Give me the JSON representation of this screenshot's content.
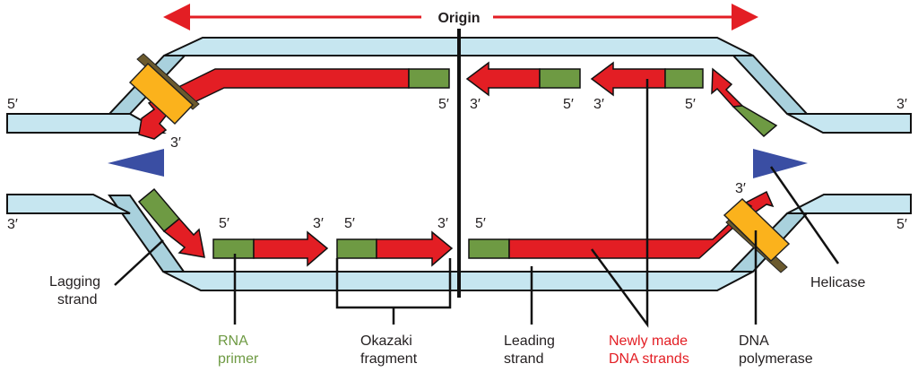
{
  "title": "Origin",
  "colors": {
    "parental_strand": "#c6e6f0",
    "new_dna": "#e31e24",
    "rna_primer": "#6e9a43",
    "dna_polymerase": "#fbb21c",
    "helicase": "#3a4ea3",
    "label_rna_primer": "#6e9a43",
    "label_new_strands": "#e31e24"
  },
  "ends": {
    "top_left": "5′",
    "top_right": "3′",
    "bottom_left": "3′",
    "bottom_right": "5′",
    "top_leading_3": "3′",
    "top_frag1_5": "5′",
    "top_frag2_3": "3′",
    "top_frag2_5": "5′",
    "top_frag3_3": "3′",
    "top_frag3_5": "5′",
    "bot_frag1_5": "5′",
    "bot_frag1_3": "3′",
    "bot_frag2_5": "5′",
    "bot_frag2_3": "3′",
    "bot_leading_5": "5′",
    "bot_leading_3": "3′"
  },
  "labels": {
    "lagging_strand_1": "Lagging",
    "lagging_strand_2": "strand",
    "rna_primer_1": "RNA",
    "rna_primer_2": "primer",
    "okazaki_1": "Okazaki",
    "okazaki_2": "fragment",
    "leading_1": "Leading",
    "leading_2": "strand",
    "newly_made_1": "Newly made",
    "newly_made_2": "DNA strands",
    "dna_polymerase_1": "DNA",
    "dna_polymerase_2": "polymerase",
    "helicase": "Helicase"
  }
}
